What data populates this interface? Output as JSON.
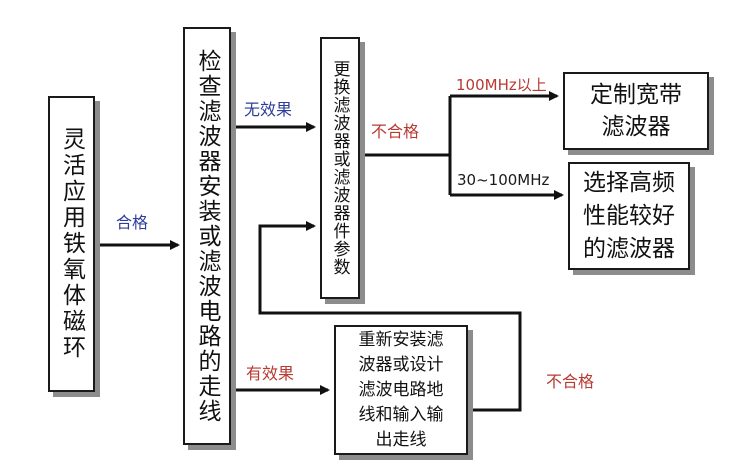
{
  "nodes": {
    "ferrite": "灵活应用铁氧体磁环",
    "check": "检查滤波器安装或滤波电路的走线",
    "replace": "更换滤波器或滤波器件参数",
    "custom": {
      "lines": [
        "定制宽带",
        "滤波器"
      ]
    },
    "select": {
      "lines": [
        "选择高频",
        "性能较好",
        "的滤波器"
      ]
    },
    "reinstall": {
      "lines": [
        "重新安装滤",
        "波器或设计",
        "滤波电路地",
        "线和输入输",
        "出走线"
      ]
    }
  },
  "labels": {
    "pass": "合格",
    "no_effect": "无效果",
    "fail_top": "不合格",
    "above_100": "100MHz以上",
    "range_30_100": "30~100MHz",
    "effective": "有效果",
    "fail_bottom": "不合格"
  },
  "colors": {
    "blue_label": "#2e3d99",
    "red_label": "#b83a32",
    "line": "#111111"
  }
}
